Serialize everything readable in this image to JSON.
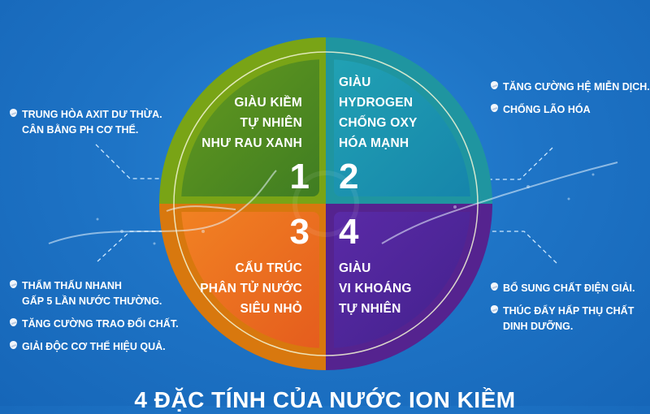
{
  "colors": {
    "background": "#1e74c6",
    "quadrant_1": "#7aa516",
    "quadrant_1_panel": "#4f8a1f",
    "quadrant_2": "#1f9aa6",
    "quadrant_2_panel": "#1a8fb0",
    "quadrant_3": "#e37a13",
    "quadrant_3_panel": "#ea6a1f",
    "quadrant_4": "#5c2aa1",
    "quadrant_4_panel": "#4a2596",
    "text": "#ffffff"
  },
  "quadrants": [
    {
      "number": "1",
      "lines": [
        "GIÀU KIỀM",
        "TỰ NHIÊN",
        "NHƯ RAU XANH"
      ]
    },
    {
      "number": "2",
      "lines": [
        "GIÀU",
        "HYDROGEN",
        "CHỐNG OXY",
        "HÓA MẠNH"
      ]
    },
    {
      "number": "3",
      "lines": [
        "CẤU TRÚC",
        "PHÂN TỬ NƯỚC",
        "SIÊU NHỎ"
      ]
    },
    {
      "number": "4",
      "lines": [
        "GIÀU",
        "VI KHOÁNG",
        "TỰ NHIÊN"
      ]
    }
  ],
  "benefits": {
    "top_left": [
      {
        "lines": [
          "TRUNG HÒA AXIT DƯ THỪA.",
          "CÂN BẰNG PH CƠ THỂ."
        ]
      }
    ],
    "top_right": [
      {
        "lines": [
          "TĂNG CƯỜNG HỆ MIỄN DỊCH."
        ]
      },
      {
        "lines": [
          "CHỐNG LÃO HÓA"
        ]
      }
    ],
    "bottom_left": [
      {
        "lines": [
          "THẨM THẤU NHANH",
          "GẤP 5 LẦN NƯỚC THƯỜNG."
        ]
      },
      {
        "lines": [
          "TĂNG CƯỜNG TRAO ĐỔI  CHẤT."
        ]
      },
      {
        "lines": [
          "GIẢI ĐỘC CƠ THỂ HIỆU QUẢ."
        ]
      }
    ],
    "bottom_right": [
      {
        "lines": [
          "BỔ SUNG CHẤT ĐIỆN GIẢI."
        ]
      },
      {
        "lines": [
          "THÚC ĐẨY HẤP THỤ CHẤT",
          "DINH DƯỠNG."
        ]
      }
    ]
  },
  "bullet_icon": "water-drop-icon",
  "title": "4 ĐẶC TÍNH CỦA NƯỚC ION KIỀM"
}
